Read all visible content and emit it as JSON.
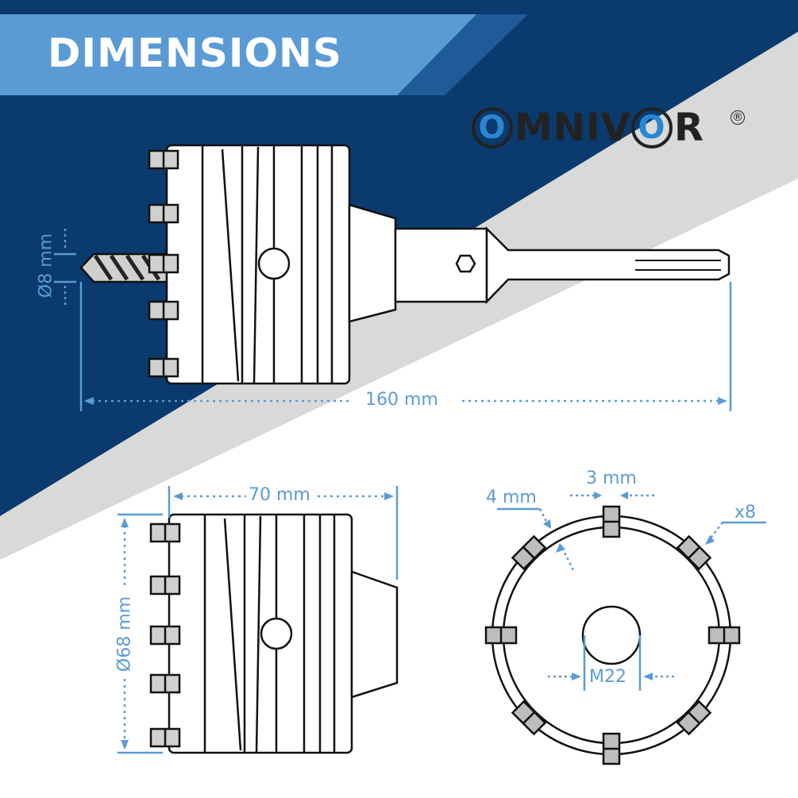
{
  "header": {
    "title": "DIMENSIONS"
  },
  "logo": {
    "first_letter": "O",
    "rest": "MNIV",
    "o2": "O",
    "last": "R",
    "registered": "®"
  },
  "dimensions": {
    "drill_diameter": "Ø8 mm",
    "total_length": "160 mm",
    "core_length": "70 mm",
    "core_diameter": "Ø68 mm",
    "tooth_width": "3 mm",
    "tooth_height": "4 mm",
    "tooth_count": "x8",
    "thread": "M22"
  },
  "colors": {
    "navy": "#0a3a6e",
    "accent": "#5b9bd5",
    "grey": "#d9d9d9",
    "tooth": "#c8c8c8"
  }
}
